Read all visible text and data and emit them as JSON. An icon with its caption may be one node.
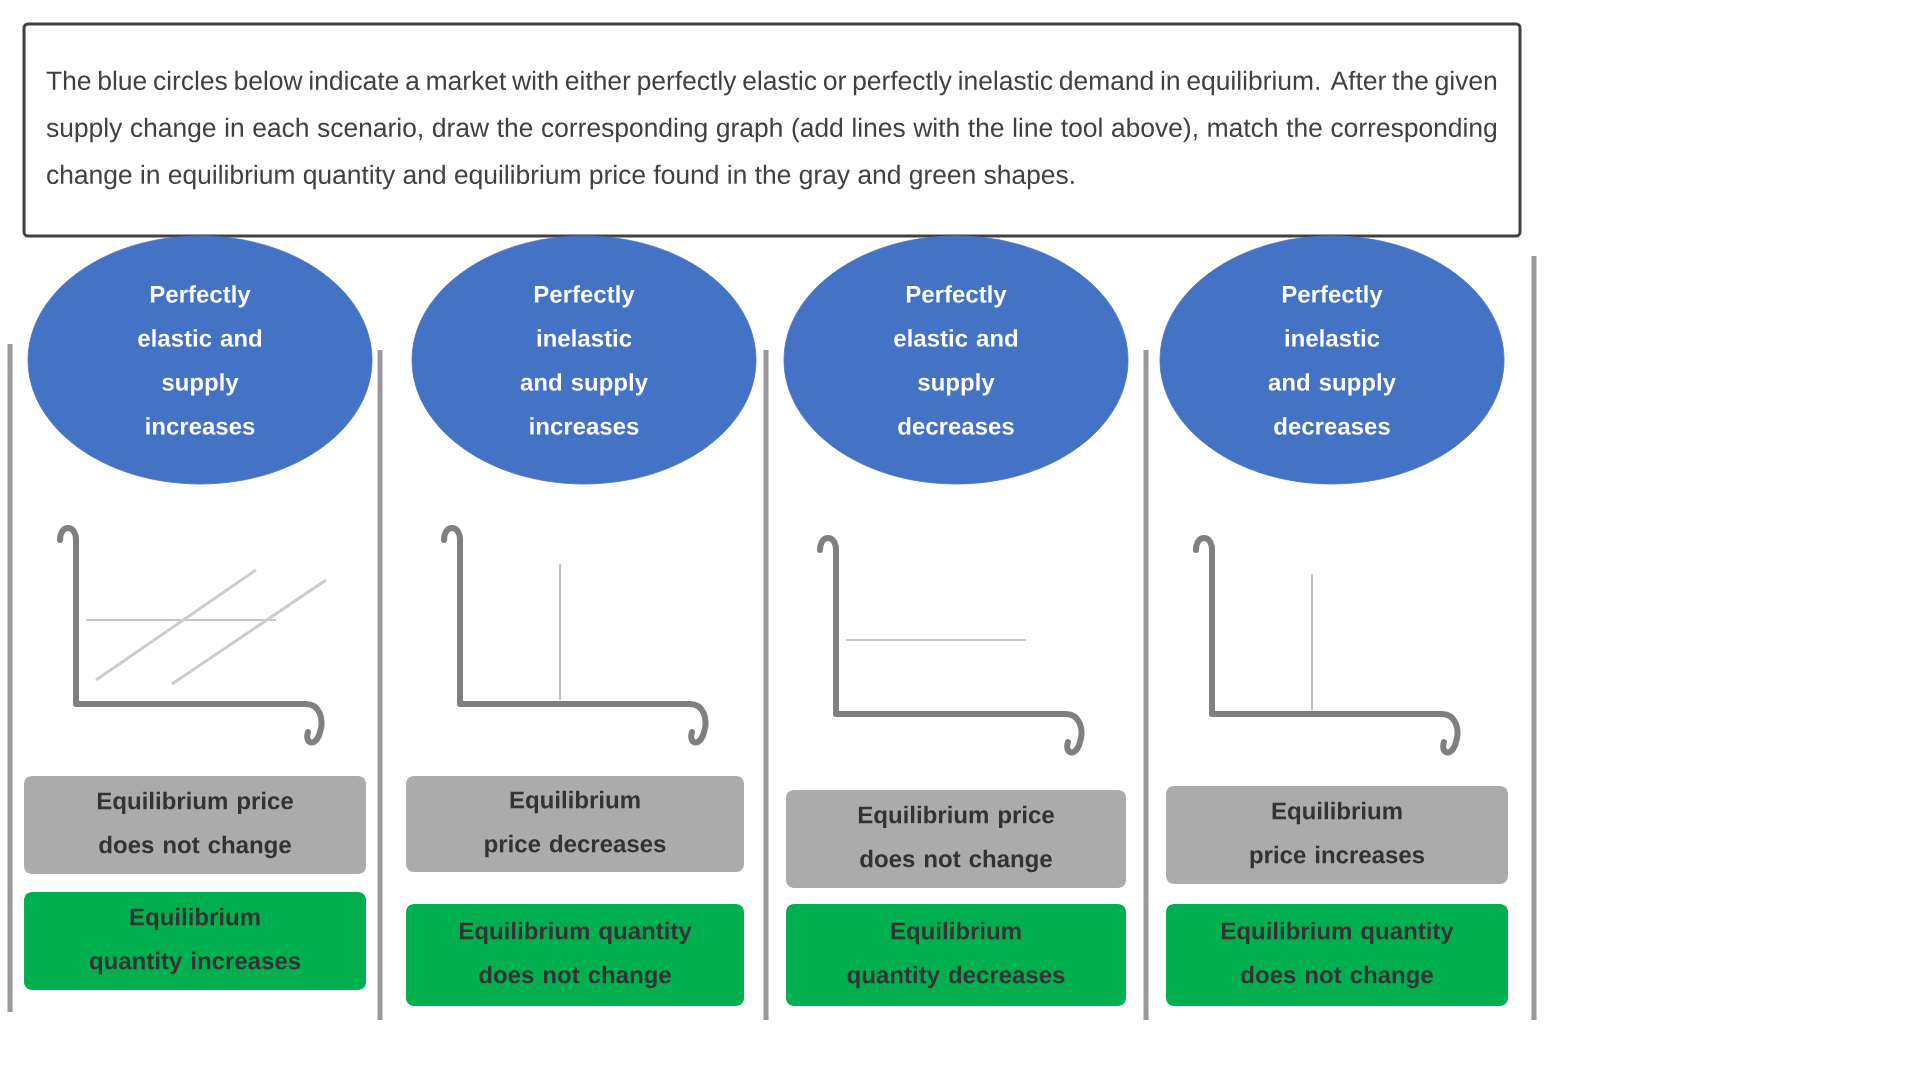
{
  "diagram": {
    "nodes": [
      {
        "text": [
          "The blue circles below indicate a market with either perfectly elastic or perfectly inelastic demand in equilibrium. After the given supply change in each scenario, draw the corresponding graph (add lines with the line tool above), match the corresponding change in equilibrium quantity and equilibrium price found in the gray and green shapes."
        ]
      },
      {
        "text": [
          "Perfectly elastic and supply increases"
        ]
      },
      {
        "text": [
          "Equilibrium price does not change"
        ]
      },
      {
        "text": [
          "Equilibrium quantity increases"
        ]
      },
      {
        "text": [
          "Perfectly inelastic and supply increases"
        ]
      },
      {
        "text": [
          "Equilibrium price decreases"
        ]
      },
      {
        "text": [
          "Equilibrium quantity does not change"
        ]
      },
      {
        "text": [
          "Perfectly elastic and supply decreases"
        ]
      },
      {
        "text": [
          "Equilibrium price does not change"
        ]
      },
      {
        "text": [
          "Equilibrium quantity decreases"
        ]
      },
      {
        "text": [
          "Perfectly inelastic and supply decreases"
        ]
      },
      {
        "text": [
          "Equilibrium price increases"
        ]
      },
      {
        "text": [
          "Equilibrium quantity does not change"
        ]
      }
    ]
  }
}
